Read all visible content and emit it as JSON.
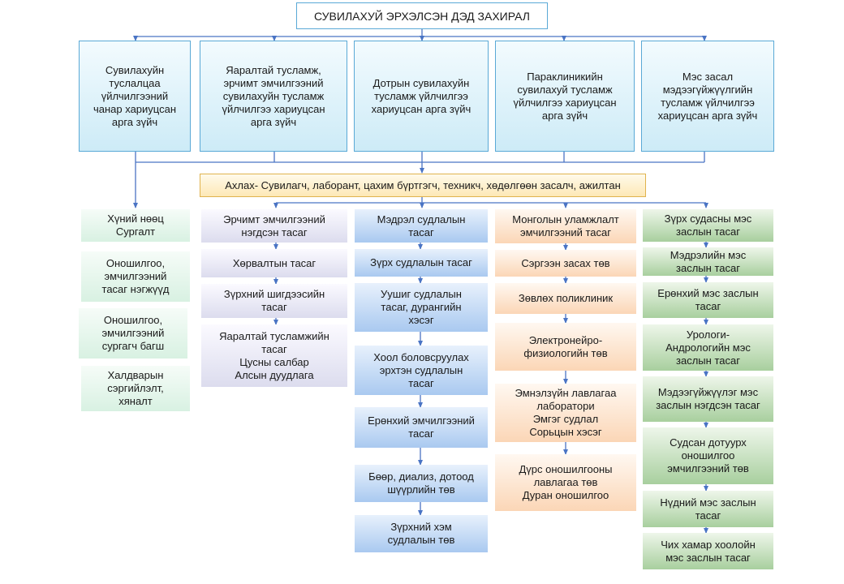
{
  "title": "СУВИЛАХУЙ ЭРХЭЛСЭН ДЭД ЗАХИРАЛ",
  "managers": [
    "Сувилахуйн\nтуслалцаа\nүйлчилгээний\nчанар хариуцсан\nарга зүйч",
    "Яаралтай тусламж,\nэрчимт эмчилгээний\nсувилахуйн тусламж\nүйлчилгээ хариуцсан\nарга зүйч",
    "Дотрын сувилахуйн\nтусламж үйлчилгээ\nхариуцсан арга зүйч",
    "Параклиникийн\nсувилахуй тусламж\nүйлчилгээ хариуцсан\nарга зүйч",
    "Мэс засал\nмэдээгүйжүүлгийн\nтусламж үйлчилгээ\nхариуцсан арга зүйч"
  ],
  "staff_bar": "Ахлах- Сувилагч, лаборант, цахим бүртгэгч, техникч, хөдөлгөөн засалч, ажилтан",
  "columns": [
    [
      "Хүний нөөц\nСургалт",
      "Оношилгоо,\nэмчилгээний\nтасаг нэгжүүд",
      "Оношилгоо,\nэмчилгээний\nсургагч багш",
      "Халдварын\nсэргийлэлт,\nхяналт"
    ],
    [
      "Эрчимт эмчилгээний\nнэгдсэн тасаг",
      "Хөрвалтын тасаг",
      "Зүрхний шигдээсийн\nтасаг",
      "Яаралтай тусламжийн\nтасаг\nЦусны салбар\nАлсын дуудлага"
    ],
    [
      "Мэдрэл судлалын\nтасаг",
      "Зүрх судлалын тасаг",
      "Уушиг судлалын\nтасаг, дурангийн\nхэсэг",
      "Хоол боловсруулах\nэрхтэн судлалын\nтасаг",
      "Ерөнхий эмчилгээний\nтасаг",
      "Бөөр, диализ, дотоод\nшүүрлийн төв",
      "Зүрхний хэм\nсудлалын төв"
    ],
    [
      "Монголын уламжлалт\nэмчилгээний тасаг",
      "Сэргээн засах төв",
      "Зөвлөх поликлиник",
      "Электронейро-\nфизиологийн төв",
      "Эмнэлзүйн лавлагаа\nлаборатори\nЭмгэг судлал\nСорьцын хэсэг",
      "Дүрс оношилгооны\nлавлагаа төв\nДуран оношилгоо"
    ],
    [
      "Зүрх судасны мэс\nзаслын тасаг",
      "Мэдрэлийн мэс\nзаслын тасаг",
      "Ерөнхий мэс заслын\nтасаг",
      "Урологи-\nАндрологийн мэс\nзаслын тасаг",
      "Мэдээгүйжүүлэг мэс\nзаслын нэгдсэн тасаг",
      "Судсан дотуурх\nоношилгоо\nэмчилгээний төв",
      "Нүдний мэс заслын\nтасаг",
      "Чих хамар хоолойн\nмэс заслын тасаг"
    ]
  ],
  "colors": {
    "connector": "#4a74c4",
    "column_fills": [
      "#d8f1e2",
      "#dcdcee",
      "#a9c9f0",
      "#fbd6b6",
      "#a8cf9e"
    ]
  }
}
